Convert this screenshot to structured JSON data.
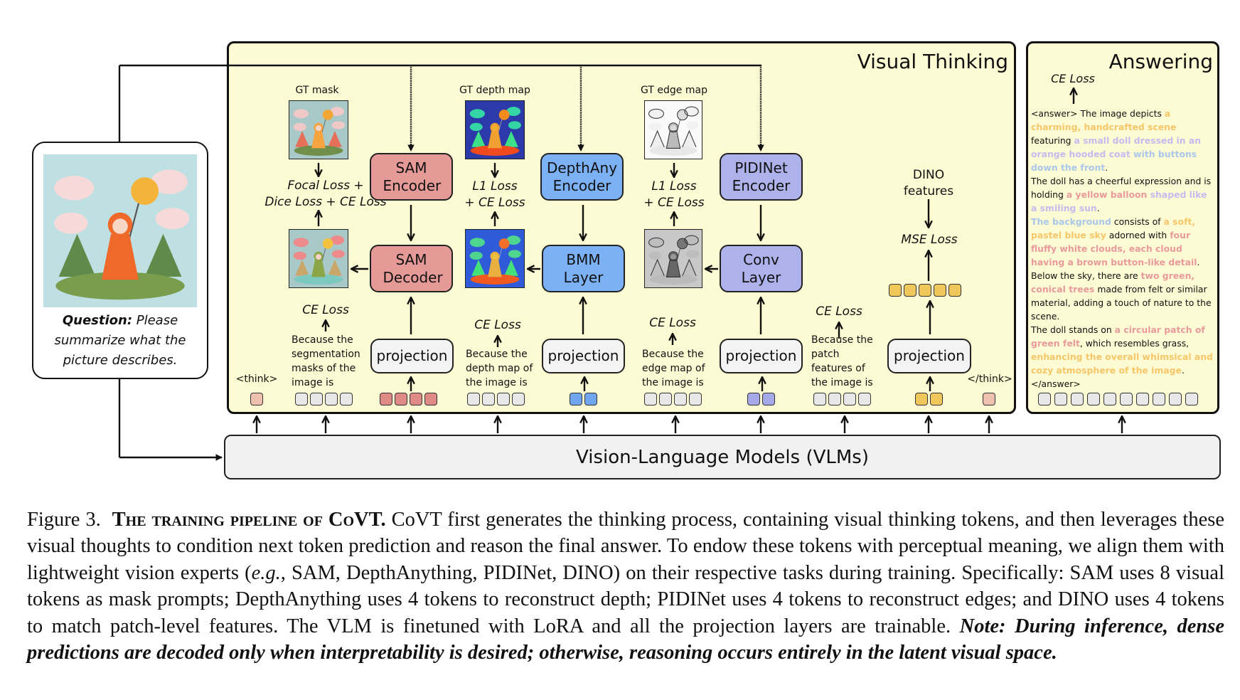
{
  "figure": {
    "question": {
      "label": "Question:",
      "text": " Please summarize what the picture describes."
    },
    "visual_thinking": {
      "title": "Visual Thinking",
      "think_open": "<think>",
      "think_close": "</think>",
      "sam": {
        "gt_label": "GT mask",
        "gt_loss_line1": "Focal Loss +",
        "gt_loss_line2": "Dice Loss + CE Loss",
        "encoder": "SAM Encoder",
        "decoder": "SAM Decoder",
        "projection": "projection",
        "text_loss": "CE Loss",
        "text": [
          "Because the",
          "segmentation",
          "masks of the",
          "image is"
        ],
        "token_color": "#e08a88",
        "token_count": 4
      },
      "depth": {
        "gt_label": "GT depth map",
        "gt_loss_line1": "L1 Loss",
        "gt_loss_line2": "+ CE Loss",
        "encoder": "DepthAny Encoder",
        "decoder": "BMM Layer",
        "projection": "projection",
        "text_loss": "CE Loss",
        "text": [
          "Because the",
          "depth map of",
          "the image is"
        ],
        "token_color": "#6fa6ee",
        "token_count": 2
      },
      "edge": {
        "gt_label": "GT  edge map",
        "gt_loss_line1": "L1 Loss",
        "gt_loss_line2": "+ CE Loss",
        "encoder": "PIDINet Encoder",
        "decoder": "Conv Layer",
        "projection": "projection",
        "text_loss": "CE Loss",
        "text": [
          "Because the",
          "edge map of",
          "the image is"
        ],
        "token_color": "#a6a9e8",
        "token_count": 2
      },
      "dino": {
        "features_label": "DINO features",
        "loss": "MSE Loss",
        "projection": "projection",
        "text_loss": "CE Loss",
        "text": [
          "Because the",
          "patch",
          "features of",
          "the image is"
        ],
        "token_color": "#f0c75a",
        "token_count": 2,
        "feature_token_count": 5
      },
      "think_token_color": "#f0c0b0",
      "text_token_color": "#e8e8e8"
    },
    "answering": {
      "title": "Answering",
      "loss": "CE Loss",
      "token_count": 10,
      "segments": [
        {
          "t": "<answer> The image depicts "
        },
        {
          "t": "a charming, handcrafted scene",
          "c": "#f6c66a"
        },
        {
          "t": " featuring "
        },
        {
          "t": "a small doll dressed in an orange hooded coat",
          "c": "#c9b9ef"
        },
        {
          "t": " with buttons down the front",
          "c": "#a9c7ea"
        },
        {
          "t": ".",
          "br": true
        },
        {
          "t": "The doll has a cheerful expression and is holding "
        },
        {
          "t": "a yellow balloon",
          "c": "#e99a9d"
        },
        {
          "t": " shaped like a smiling sun",
          "c": "#c9b9ef"
        },
        {
          "t": ".",
          "br": true
        },
        {
          "t": "The background",
          "c": "#a9c7ea"
        },
        {
          "t": " consists of "
        },
        {
          "t": "a soft, pastel blue sky",
          "c": "#f6c66a"
        },
        {
          "t": " adorned with "
        },
        {
          "t": "four fluffy white clouds, each cloud having a brown button-like detail",
          "c": "#e99a9d"
        },
        {
          "t": ".",
          "br": true
        },
        {
          "t": "Below the sky, there are "
        },
        {
          "t": "two green, conical trees",
          "c": "#e99a9d"
        },
        {
          "t": " made from felt or similar material, adding a touch of nature to the scene.",
          "br": true
        },
        {
          "t": "The doll stands on "
        },
        {
          "t": "a circular patch of green felt",
          "c": "#e99a9d"
        },
        {
          "t": ", which resembles grass, "
        },
        {
          "t": "enhancing the overall whimsical and cozy atmosphere of the image",
          "c": "#f6c66a"
        },
        {
          "t": ".",
          "br": true
        },
        {
          "t": "</answer>"
        }
      ]
    },
    "vlm_label": "Vision-Language Models (VLMs)"
  },
  "caption": {
    "figure_label": "Figure 3.",
    "title": "The training pipeline of CoVT.",
    "body": " CoVT first generates the thinking process, containing visual thinking tokens, and then leverages these visual thoughts to condition next token prediction and reason the final answer.  To endow these tokens with perceptual meaning, we align them with lightweight vision experts (",
    "eg": "e.g.",
    "body2": ", SAM, DepthAnything, PIDINet, DINO) on their respective tasks during training.  Specifically:  SAM uses 8 visual tokens as mask prompts; DepthAnything uses 4 tokens to reconstruct depth; PIDINet uses 4 tokens to reconstruct edges; and DINO uses 4 tokens to match patch-level features.  The VLM is finetuned with LoRA and all the projection layers are trainable. ",
    "note": "Note: During inference, dense predictions are decoded only when interpretability is desired; otherwise, reasoning occurs entirely in the latent visual space."
  }
}
